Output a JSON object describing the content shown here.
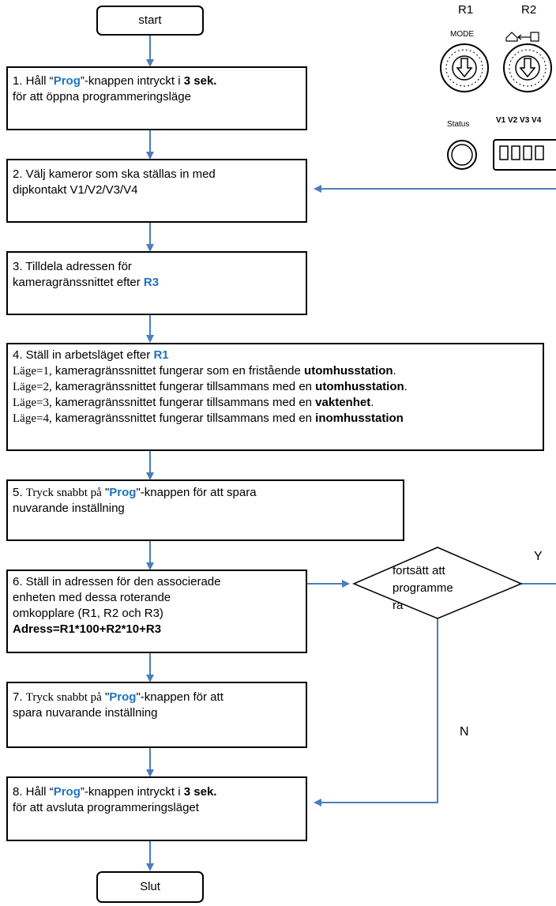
{
  "start": "start",
  "end": "Slut",
  "steps": {
    "s1": {
      "a": "1. Håll “",
      "prog": "Prog",
      "b": "”-knappen intryckt i ",
      "bold": "3 sek.",
      "line2": "för att öppna programmeringsläge"
    },
    "s2": {
      "line1": "2. Välj kameror som ska ställas in med",
      "line2": "dipkontakt V1/V2/V3/V4"
    },
    "s3": {
      "line1": "3. Tilldela adressen för",
      "line2a": "kameragränssnittet efter ",
      "r3": "R3"
    },
    "s4": {
      "line1a": "4. Ställ in arbetsläget efter ",
      "r1": "R1",
      "modes": [
        {
          "pre": "Läge=1,",
          "text": " kameragränssnittet fungerar som en fristående ",
          "bold": "utomhusstation",
          "end": "."
        },
        {
          "pre": "Läge=2,",
          "text": " kameragränssnittet fungerar tillsammans med en ",
          "bold": "utomhusstation",
          "end": "."
        },
        {
          "pre": "Läge=3,",
          "text": " kameragränssnittet fungerar tillsammans med en ",
          "bold": "vaktenhet",
          "end": "."
        },
        {
          "pre": "Läge=4,",
          "text": " kameragränssnittet fungerar tillsammans med en ",
          "bold": "inomhusstation",
          "end": ""
        }
      ]
    },
    "s5": {
      "a": "5. ",
      "serif": "Tryck snabbt på",
      "q": " \"",
      "prog": "Prog",
      "b": "\"-knappen för att spara",
      "line2": "nuvarande inställning"
    },
    "s6": {
      "line1": "6. Ställ in adressen för den associerade",
      "line2": "enheten med dessa roterande",
      "line3": "omkopplare (R1, R2 och R3)",
      "formula": "Adress=R1*100+R2*10+R3"
    },
    "s7": {
      "a": "7. ",
      "serif": "Tryck snabbt på",
      "q": " \"",
      "prog": "Prog",
      "b": "\"-knappen för att",
      "line2": "spara nuvarande inställning"
    },
    "s8": {
      "a": "8. Håll “",
      "prog": "Prog",
      "b": "”-knappen intryckt i ",
      "bold": "3 sek.",
      "line2": "för att avsluta programmeringsläget"
    }
  },
  "decision": {
    "line1": "fortsätt att",
    "line2": "programme",
    "line3": "ra",
    "yes": "Y",
    "no": "N"
  },
  "device": {
    "r1": "R1",
    "r2": "R2",
    "mode": "MODE",
    "status": "Status",
    "dip": "V1 V2 V3 V4"
  },
  "colors": {
    "arrow": "#4a7ebb",
    "prog": "#1e73be"
  }
}
